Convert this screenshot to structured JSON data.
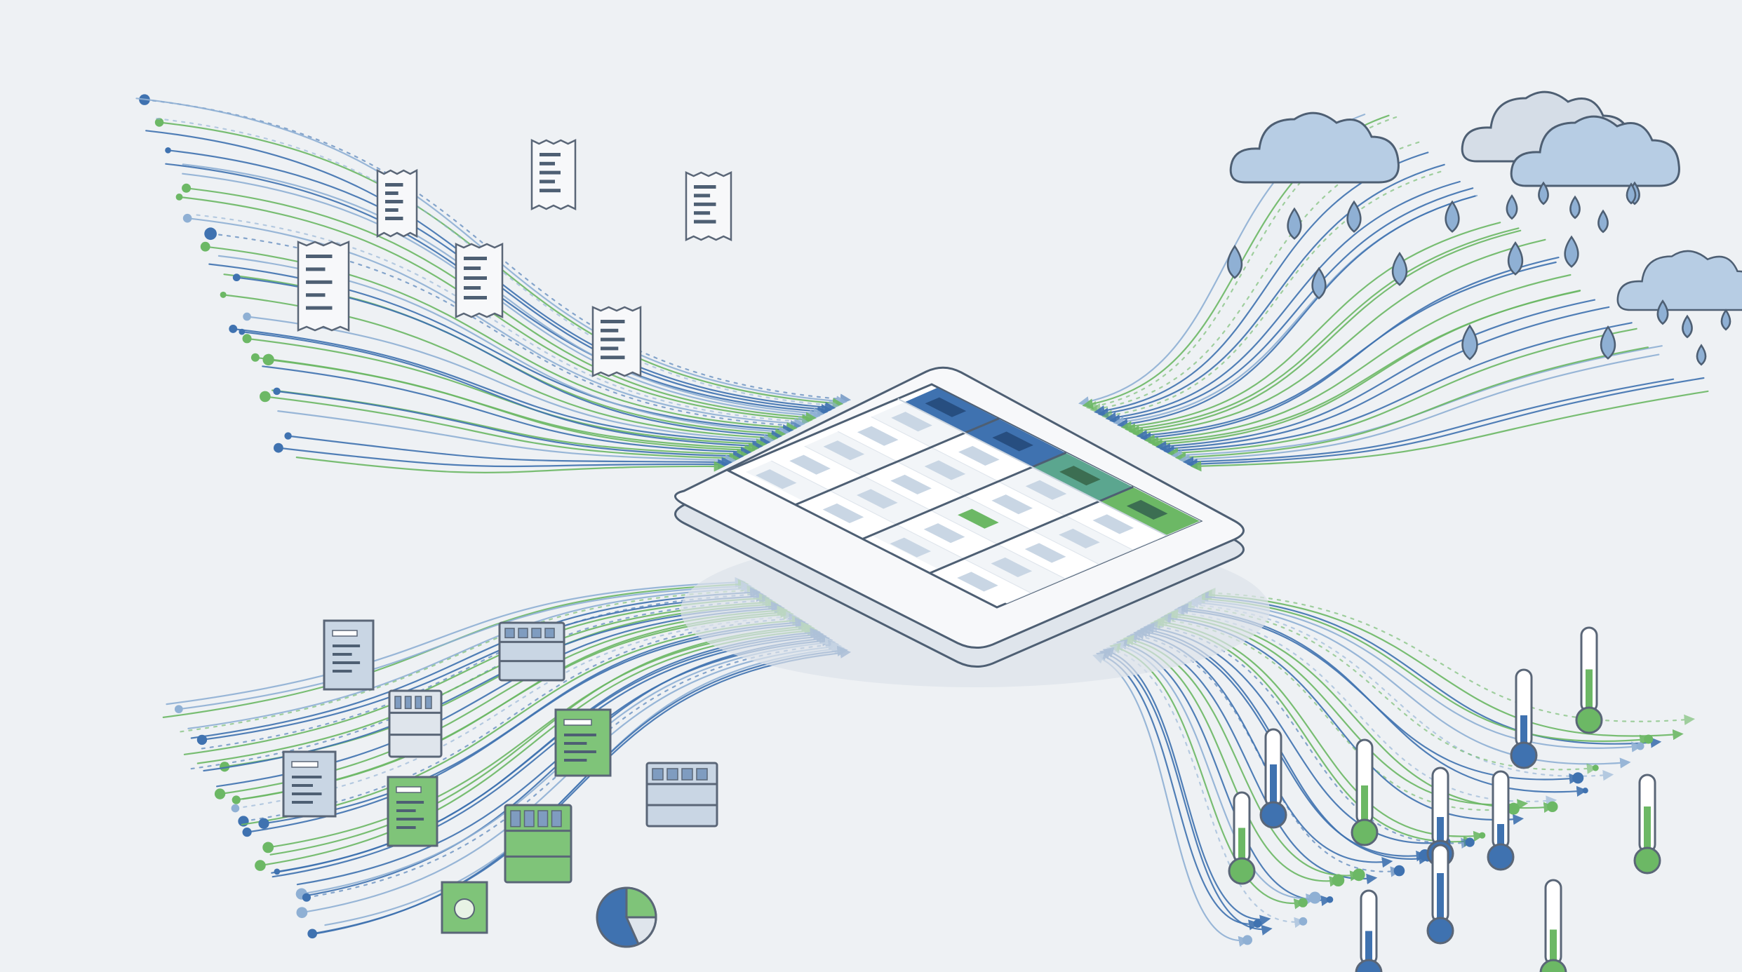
{
  "palette": {
    "background": "#eef1f4",
    "blue": "#3f72b0",
    "blue_light": "#8fb0d4",
    "blue_pale": "#b9d0e6",
    "green": "#6cb865",
    "green_light": "#9fd09a",
    "slate": "#5a6677",
    "paper": "#f7f8fa",
    "cloud_fill": "#b7cde4",
    "cloud_stroke": "#4e5f73"
  },
  "hub": {
    "kind": "central-data-table",
    "header_colors": [
      "#3f72b0",
      "#3f72b0",
      "#5ba68f",
      "#6cb865"
    ],
    "highlight_color": "#6cb865"
  },
  "sources": [
    {
      "id": "receipts",
      "icon": "receipt-icon",
      "region": "top-left",
      "flow": "inbound"
    },
    {
      "id": "weather",
      "icon": "rain-cloud-icon",
      "region": "top-right",
      "flow": "inbound"
    },
    {
      "id": "retail",
      "icon": "store-shelf-icon",
      "region": "bottom-left",
      "flow": "inbound"
    },
    {
      "id": "temperature",
      "icon": "thermometer-icon",
      "region": "bottom-right",
      "flow": "inbound-and-outbound"
    }
  ],
  "thermometers": [
    {
      "fill_color": "#6cb865",
      "level": 0.55
    },
    {
      "fill_color": "#3f72b0",
      "level": 0.45
    },
    {
      "fill_color": "#3f72b0",
      "level": 0.6
    },
    {
      "fill_color": "#6cb865",
      "level": 0.5
    },
    {
      "fill_color": "#3f72b0",
      "level": 0.35
    },
    {
      "fill_color": "#6cb865",
      "level": 0.65
    },
    {
      "fill_color": "#3f72b0",
      "level": 0.4
    },
    {
      "fill_color": "#6cb865",
      "level": 0.55
    },
    {
      "fill_color": "#3f72b0",
      "level": 0.7
    },
    {
      "fill_color": "#3f72b0",
      "level": 0.5
    },
    {
      "fill_color": "#6cb865",
      "level": 0.45
    }
  ]
}
